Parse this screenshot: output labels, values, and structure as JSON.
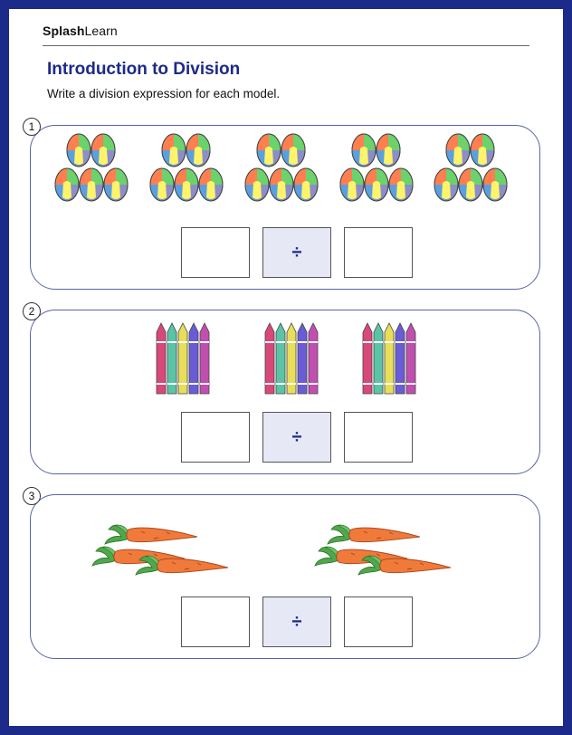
{
  "header": {
    "logo_bold": "Splash",
    "logo_light": "Learn"
  },
  "worksheet": {
    "title": "Introduction to Division",
    "instruction": "Write a division expression for each model."
  },
  "problems": [
    {
      "number": "1",
      "picture": "beach-balls",
      "groups": 5,
      "items_per_group": 5,
      "operator": "÷"
    },
    {
      "number": "2",
      "picture": "crayons",
      "groups": 3,
      "items_per_group": 5,
      "operator": "÷"
    },
    {
      "number": "3",
      "picture": "carrots",
      "groups": 2,
      "items_per_group": 3,
      "operator": "÷"
    }
  ],
  "colors": {
    "frame": "#1c2a8a",
    "title": "#1c2a8a",
    "operator_box": "#e6e8f5"
  }
}
